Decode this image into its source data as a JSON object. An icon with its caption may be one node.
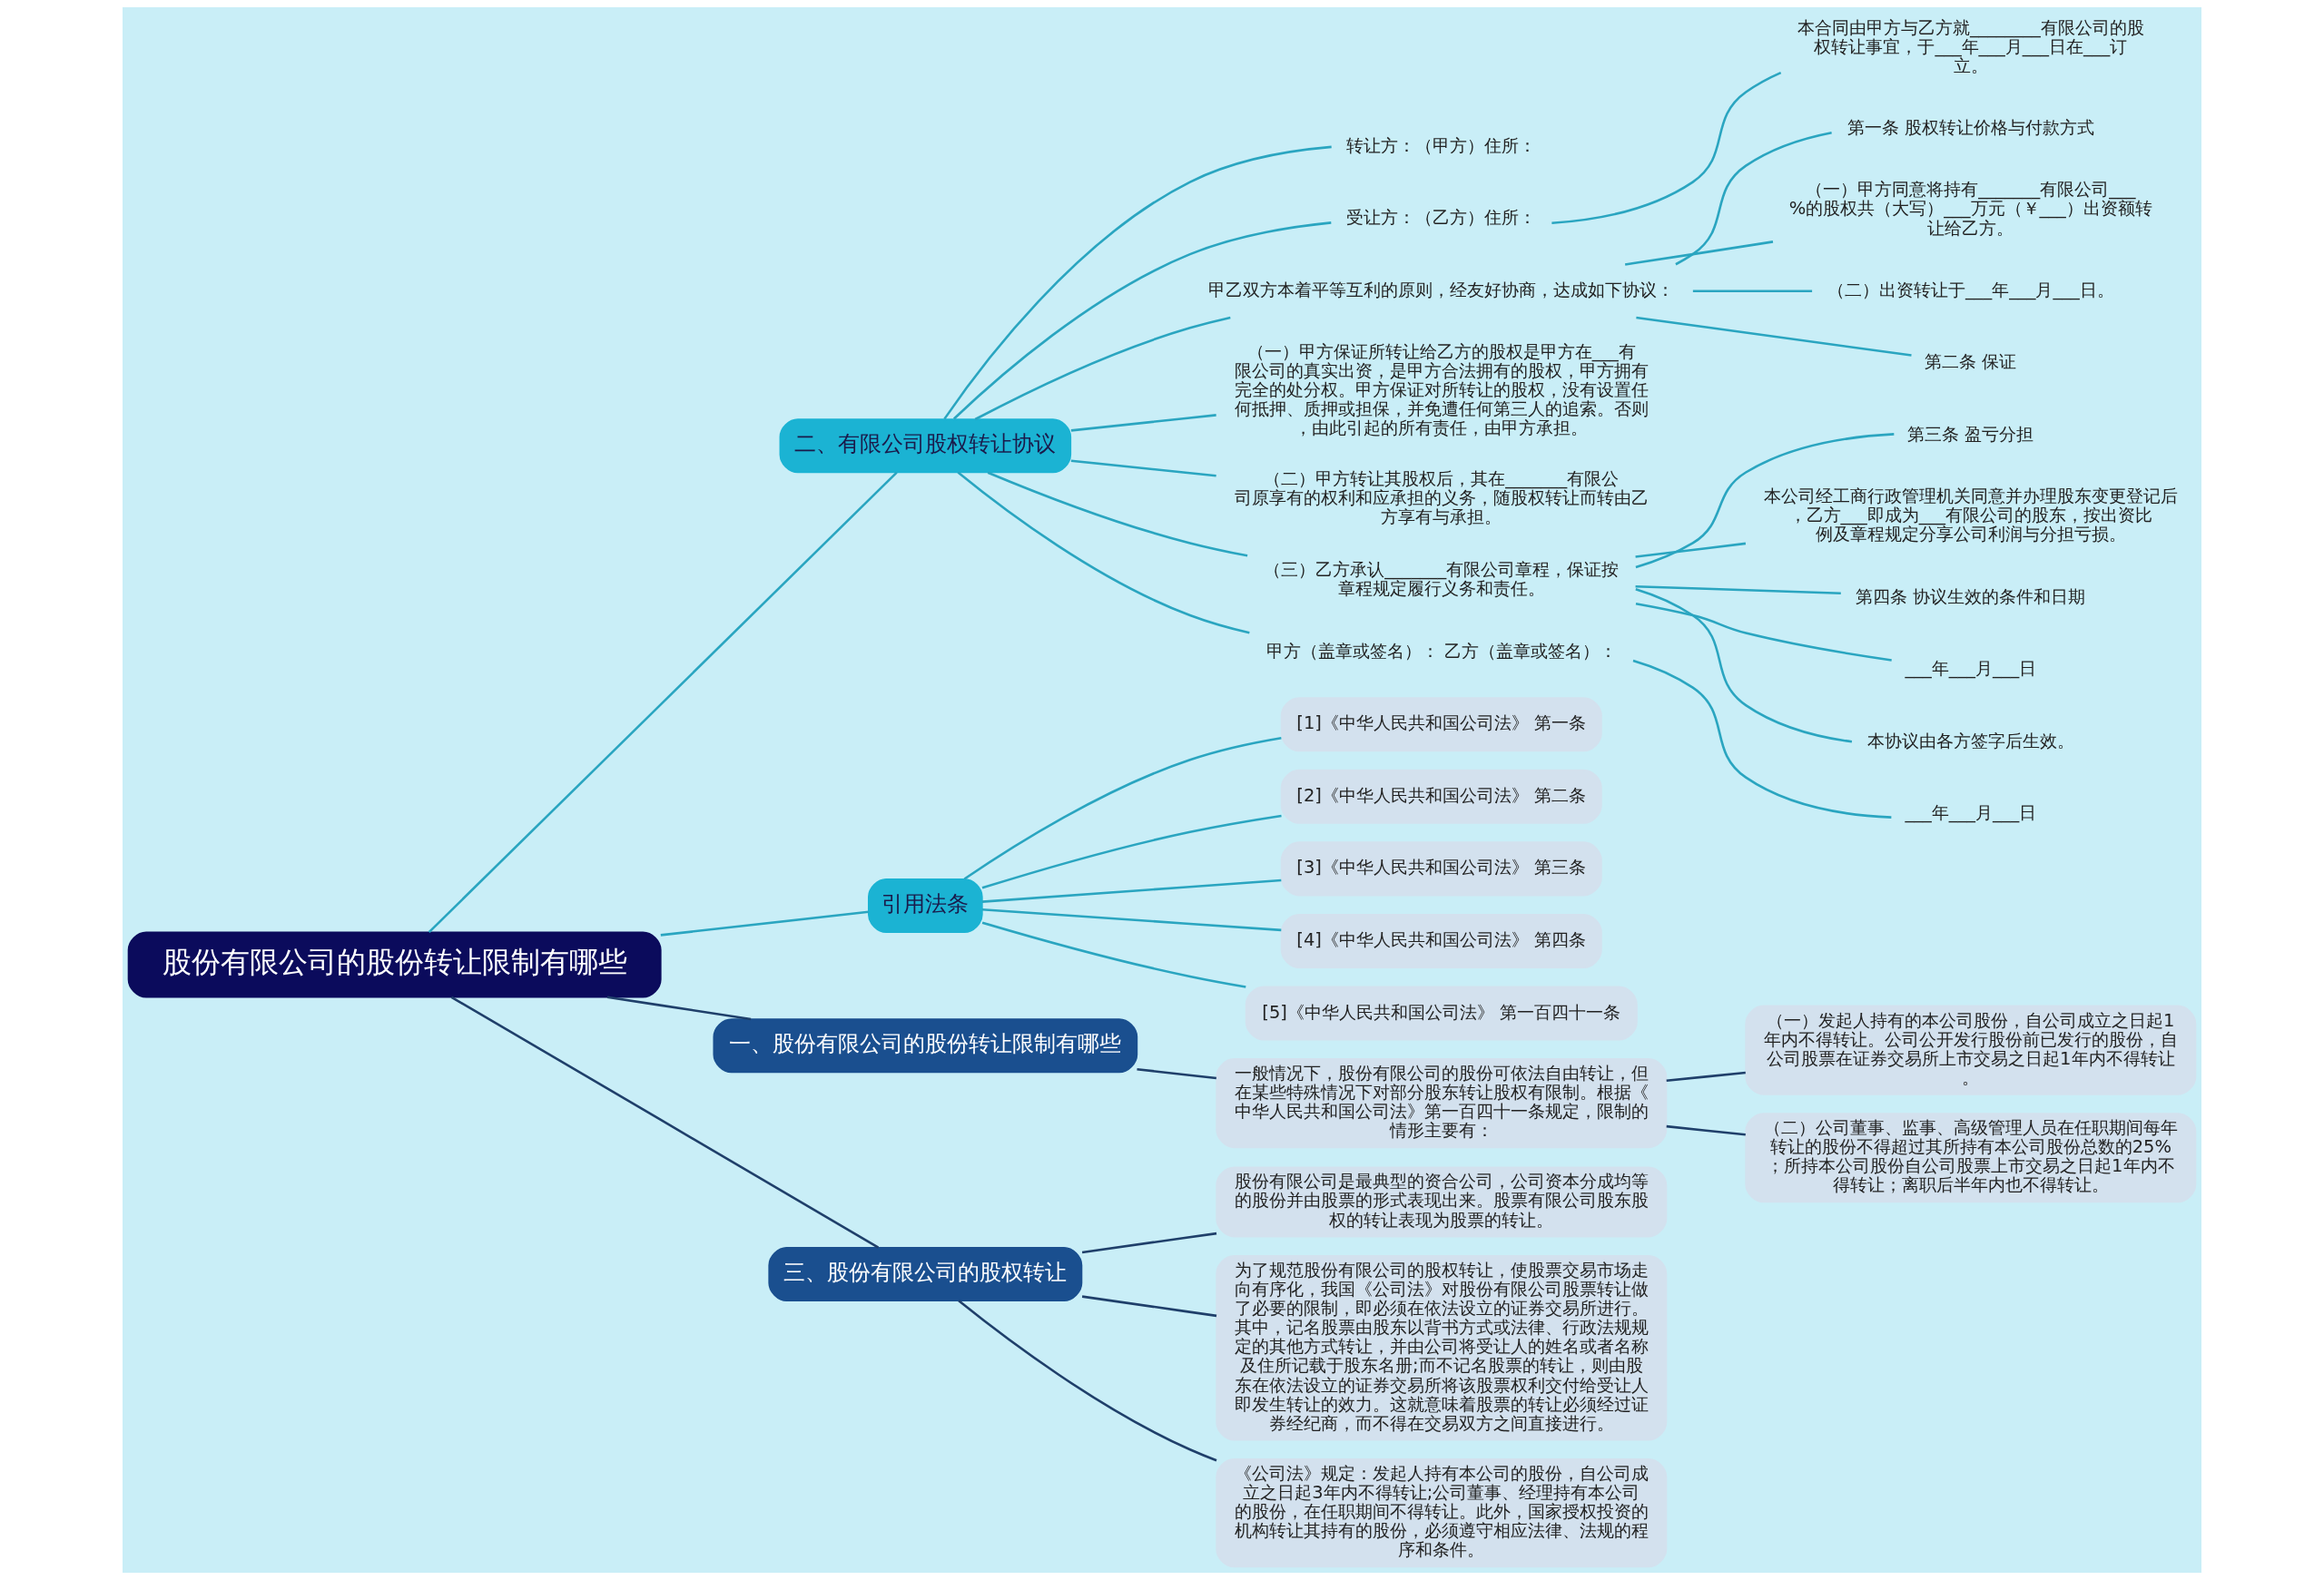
{
  "diagram": {
    "nodes": [
      {
        "text": [
          "股份有限公司的股份转让限制有哪些"
        ]
      },
      {
        "text": [
          "二、有限公司股权转让协议"
        ]
      },
      {
        "text": [
          "转让方：（甲方）住所："
        ]
      },
      {
        "text": [
          "受让方：（乙方）住所："
        ]
      },
      {
        "text": [
          "本合同由甲方与乙方就________有限公司的股权转让事宜，于___年___月___日在___订立。"
        ]
      },
      {
        "text": [
          "甲乙双方本着平等互利的原则，经友好协商，达成如下协议："
        ]
      },
      {
        "text": [
          "第一条 股权转让价格与付款方式"
        ]
      },
      {
        "text": [
          "（一）甲方同意将持有_______有限公司___%的股权共（大写）___万元（￥___）出资额转让给乙方。"
        ]
      },
      {
        "text": [
          "（二）出资转让于___年___月___日。"
        ]
      },
      {
        "text": [
          "第二条 保证"
        ]
      },
      {
        "text": [
          "（一）甲方保证所转让给乙方的股权是甲方在___有限公司的真实出资，是甲方合法拥有的股权，甲方拥有完全的处分权。甲方保证对所转让的股权，没有设置任何抵押、质押或担保，并免遭任何第三人的追索。否则，由此引起的所有责任，由甲方承担。"
        ]
      },
      {
        "text": [
          "（二）甲方转让其股权后，其在_______有限公司原享有的权利和应承担的义务，随股权转让而转由乙方享有与承担。"
        ]
      },
      {
        "text": [
          "（三）乙方承认_______有限公司章程，保证按章程规定履行义务和责任。"
        ]
      },
      {
        "text": [
          "第三条 盈亏分担"
        ]
      },
      {
        "text": [
          "本公司经工商行政管理机关同意并办理股东变更登记后，乙方___即成为___有限公司的股东，按出资比例及章程规定分享公司利润与分担亏损。"
        ]
      },
      {
        "text": [
          "第四条 协议生效的条件和日期"
        ]
      },
      {
        "text": [
          "___年___月___日"
        ]
      },
      {
        "text": [
          "本协议由各方签字后生效。"
        ]
      },
      {
        "text": [
          "甲方（盖章或签名）： 乙方（盖章或签名）："
        ]
      },
      {
        "text": [
          "___年___月___日"
        ]
      },
      {
        "text": [
          "引用法条"
        ]
      },
      {
        "text": [
          "[1]《中华人民共和国公司法》 第一条"
        ]
      },
      {
        "text": [
          "[2]《中华人民共和国公司法》 第二条"
        ]
      },
      {
        "text": [
          "[3]《中华人民共和国公司法》 第三条"
        ]
      },
      {
        "text": [
          "[4]《中华人民共和国公司法》 第四条"
        ]
      },
      {
        "text": [
          "[5]《中华人民共和国公司法》 第一百四十一条"
        ]
      },
      {
        "text": [
          "一、股份有限公司的股份转让限制有哪些"
        ]
      },
      {
        "text": [
          "一般情况下，股份有限公司的股份可依法自由转让，但在某些特殊情况下对部分股东转让股权有限制。根据《中华人民共和国公司法》第一百四十一条规定，限制的情形主要有："
        ]
      },
      {
        "text": [
          "（一）发起人持有的本公司股份，自公司成立之日起1年内不得转让。公司公开发行股份前已发行的股份，自公司股票在证券交易所上市交易之日起1年内不得转让。"
        ]
      },
      {
        "text": [
          "（二）公司董事、监事、高级管理人员在任职期间每年转让的股份不得超过其所持有本公司股份总数的25%；所持本公司股份自公司股票上市交易之日起1年内不得转让；离职后半年内也不得转让。"
        ]
      },
      {
        "text": [
          "三、股份有限公司的股权转让"
        ]
      },
      {
        "text": [
          "股份有限公司是最典型的资合公司，公司资本分成均等的股份并由股票的形式表现出来。股票有限公司股东股权的转让表现为股票的转让。"
        ]
      },
      {
        "text": [
          "为了规范股份有限公司的股权转让，使股票交易市场走向有序化，我国《公司法》对股份有限公司股票转让做了必要的限制，即必须在依法设立的证券交易所进行。其中，记名股票由股东以背书方式或法律、行政法规规定的其他方式转让，并由公司将受让人的姓名或者名称及住所记载于股东名册;而不记名股票的转让，则由股东在依法设立的证券交易所将该股票权利交付给受让人即发生转让的效力。这就意味着股票的转让必须经过证券经纪商，而不得在交易双方之间直接进行。"
        ]
      },
      {
        "text": [
          "《公司法》规定：发起人持有本公司的股份，自公司成立之日起3年内不得转让;公司董事、经理持有本公司的股份，在任职期间不得转让。此外，国家授权投资的机构转让其持有的股份，必须遵守相应法律、法规的程序和条件。"
        ]
      }
    ],
    "edges": [
      {
        "from": 0,
        "to": 1,
        "arrow": "none"
      },
      {
        "from": 1,
        "to": 2,
        "arrow": "none"
      },
      {
        "from": 1,
        "to": 3,
        "arrow": "none"
      },
      {
        "from": 3,
        "to": 4,
        "arrow": "none"
      },
      {
        "from": 1,
        "to": 5,
        "arrow": "none"
      },
      {
        "from": 5,
        "to": 6,
        "arrow": "none"
      },
      {
        "from": 5,
        "to": 7,
        "arrow": "none"
      },
      {
        "from": 5,
        "to": 8,
        "arrow": "none"
      },
      {
        "from": 5,
        "to": 9,
        "arrow": "none"
      },
      {
        "from": 1,
        "to": 10,
        "arrow": "none"
      },
      {
        "from": 1,
        "to": 11,
        "arrow": "none"
      },
      {
        "from": 1,
        "to": 12,
        "arrow": "none"
      },
      {
        "from": 12,
        "to": 13,
        "arrow": "none"
      },
      {
        "from": 12,
        "to": 14,
        "arrow": "none"
      },
      {
        "from": 12,
        "to": 15,
        "arrow": "none"
      },
      {
        "from": 12,
        "to": 16,
        "arrow": "none"
      },
      {
        "from": 12,
        "to": 17,
        "arrow": "none"
      },
      {
        "from": 1,
        "to": 18,
        "arrow": "none"
      },
      {
        "from": 18,
        "to": 19,
        "arrow": "none"
      },
      {
        "from": 0,
        "to": 20,
        "arrow": "none"
      },
      {
        "from": 20,
        "to": 21,
        "arrow": "none"
      },
      {
        "from": 20,
        "to": 22,
        "arrow": "none"
      },
      {
        "from": 20,
        "to": 23,
        "arrow": "none"
      },
      {
        "from": 20,
        "to": 24,
        "arrow": "none"
      },
      {
        "from": 20,
        "to": 25,
        "arrow": "none"
      },
      {
        "from": 0,
        "to": 26,
        "arrow": "none",
        "color": "#1f3f6a"
      },
      {
        "from": 26,
        "to": 27,
        "arrow": "none",
        "color": "#1f3f6a"
      },
      {
        "from": 27,
        "to": 28,
        "arrow": "none",
        "color": "#1f3f6a"
      },
      {
        "from": 27,
        "to": 29,
        "arrow": "none",
        "color": "#1f3f6a"
      },
      {
        "from": 0,
        "to": 30,
        "arrow": "none",
        "color": "#1f3f6a"
      },
      {
        "from": 30,
        "to": 31,
        "arrow": "none",
        "color": "#1f3f6a"
      },
      {
        "from": 30,
        "to": 32,
        "arrow": "none",
        "color": "#1f3f6a"
      },
      {
        "from": 30,
        "to": 33,
        "arrow": "none",
        "color": "#1f3f6a"
      }
    ]
  }
}
